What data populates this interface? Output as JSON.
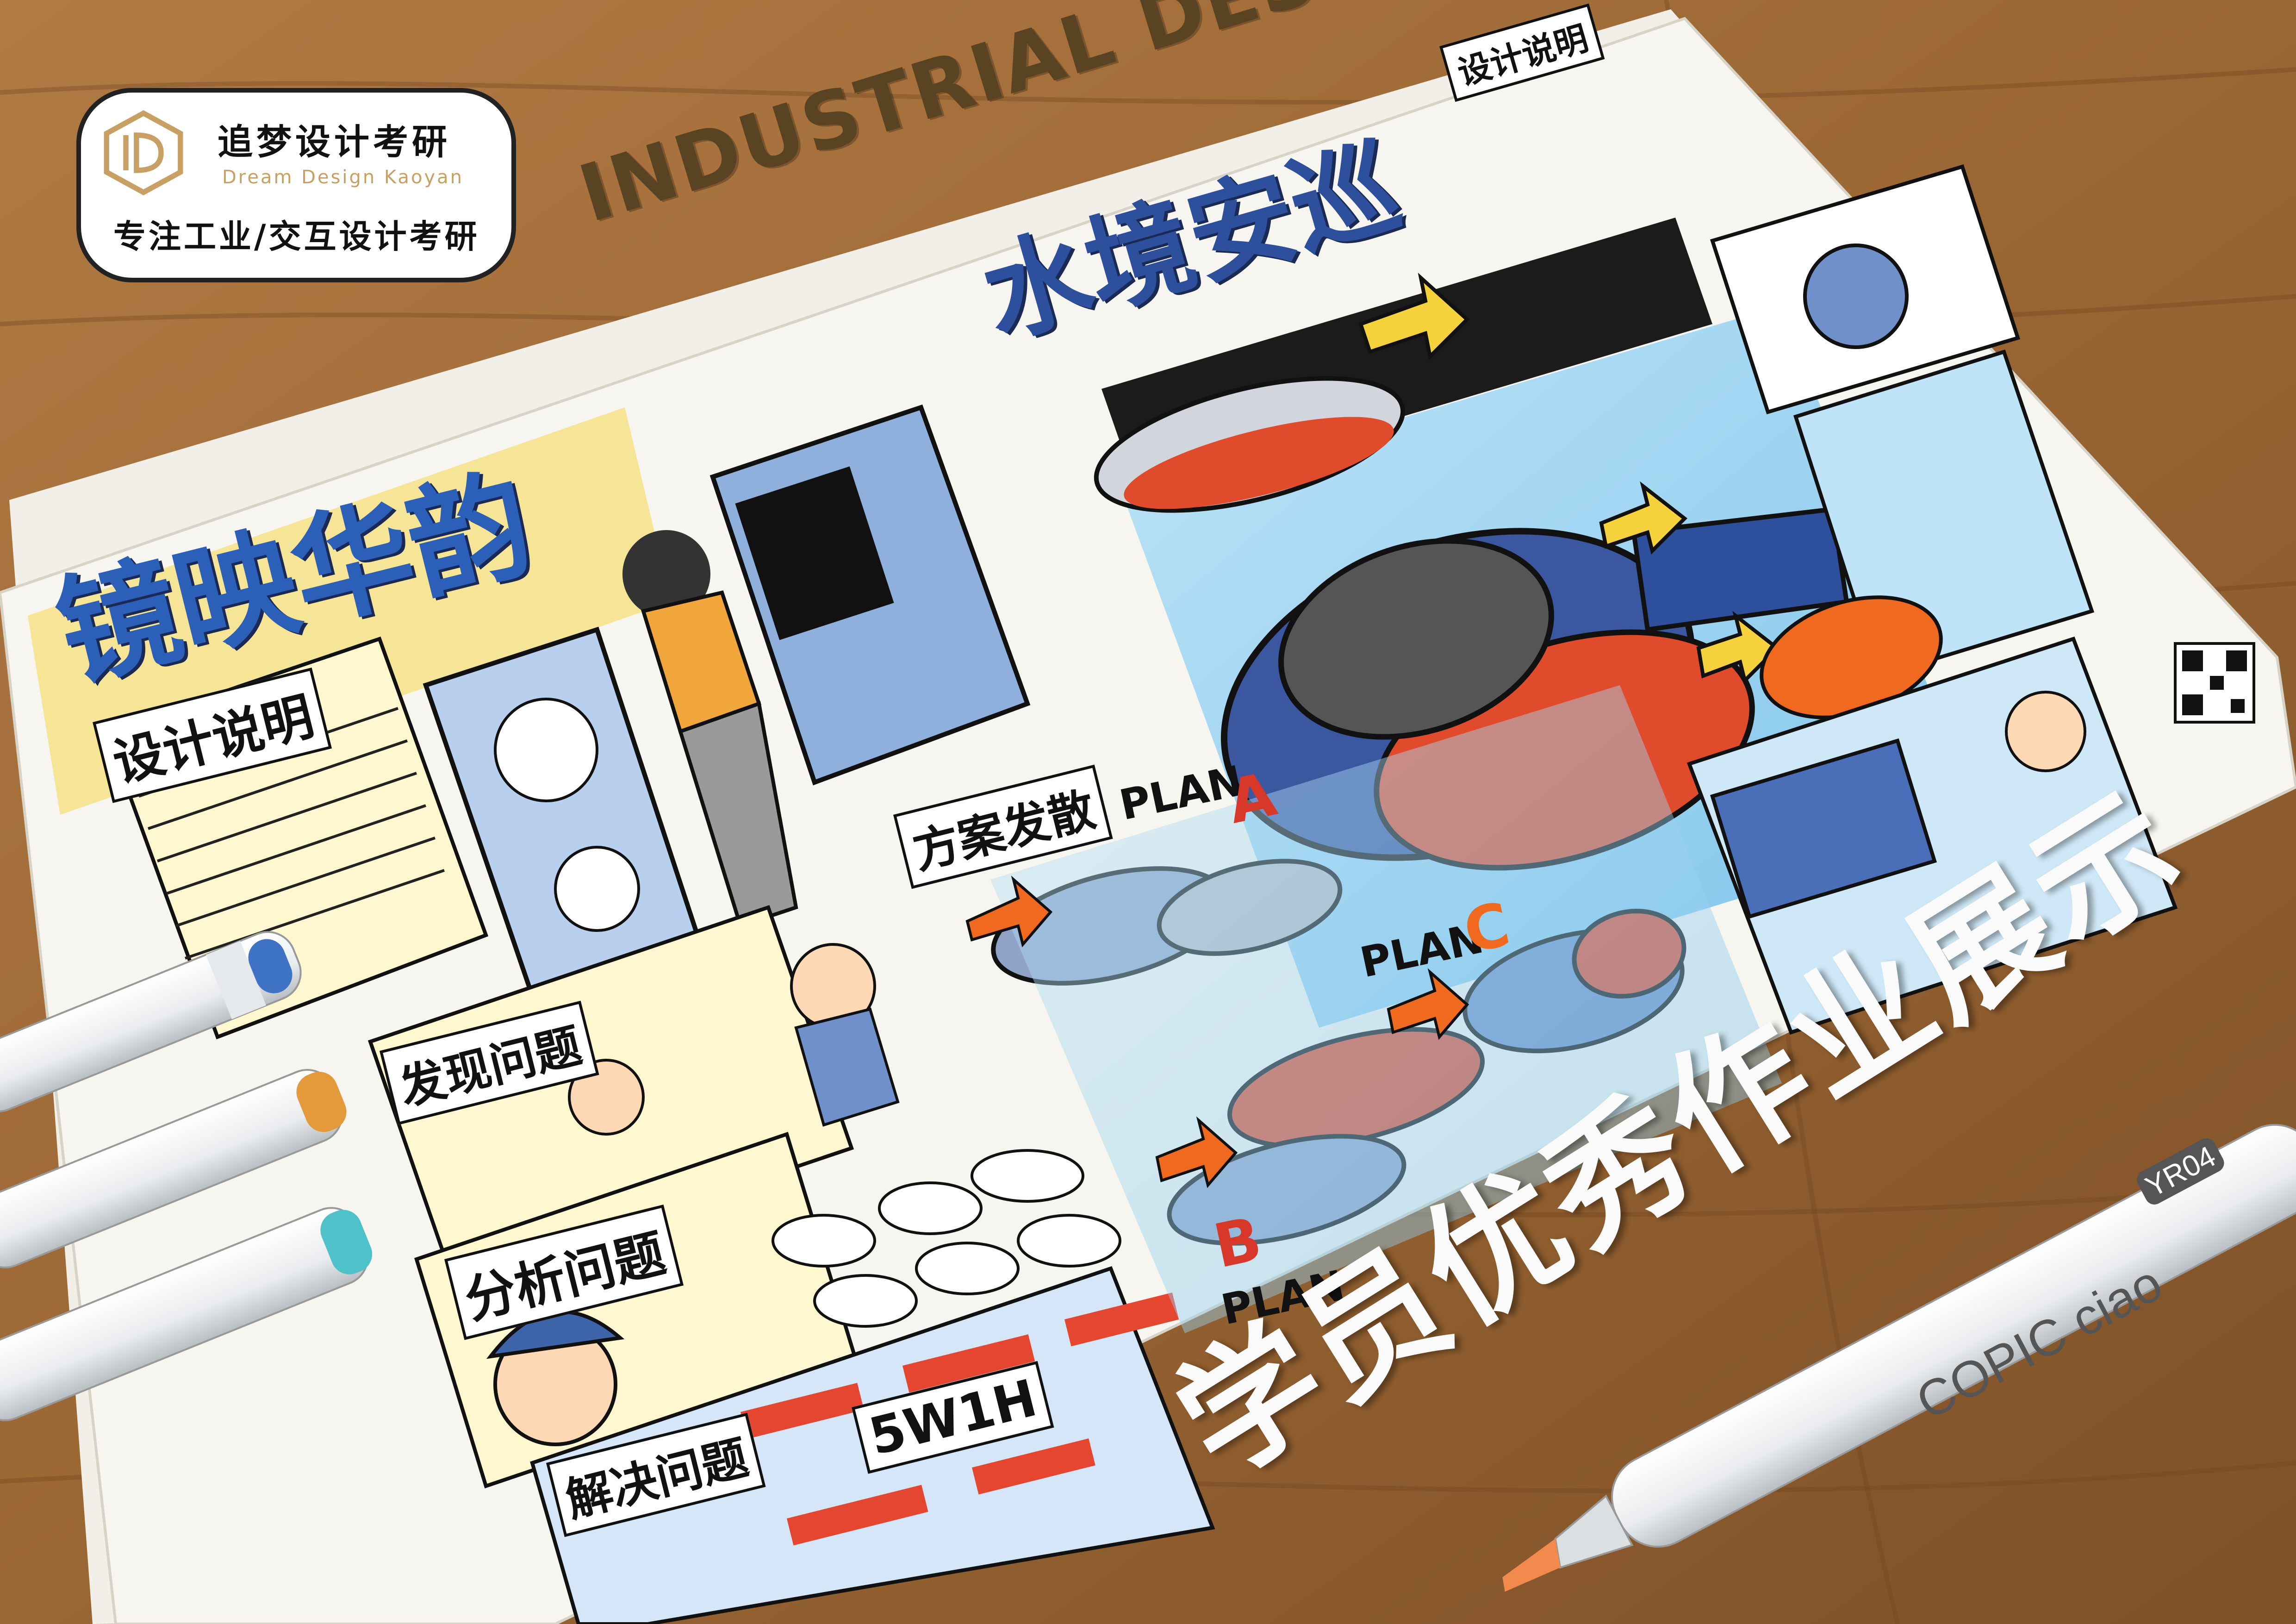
{
  "brand": {
    "name_cn": "追梦设计考研",
    "name_en": "Dream Design Kaoyan",
    "tagline": "专注工业/交互设计考研"
  },
  "headline": "INDUSTRIAL DESIGN",
  "showcase_caption": "学员优秀作业展示",
  "posters": {
    "left_title": "镜映华韵",
    "right_title": "水境安巡",
    "section_tags": {
      "design_note_left": "设计说明",
      "design_note_right": "设计说明",
      "plans": "方案发散",
      "problem": "发现问题",
      "analyze": "分析问题",
      "solve": "解决问题",
      "method": "5W1H"
    },
    "plan_labels": {
      "plan_a": "PLAN",
      "plan_a_letter": "A",
      "plan_c": "PLAN",
      "plan_c_letter": "C",
      "plan_b_letter": "B",
      "plan_b": "PLAN"
    }
  },
  "marker": {
    "brand": "COPIC ciao",
    "color_code": "YR04"
  },
  "colors": {
    "wood": "#9a6a3a",
    "paper": "#f7f5ef",
    "poster_blue": "#2c5fb8",
    "poster_yellow": "#f6df7a",
    "accent_red": "#d8382a",
    "accent_orange": "#ef6a1e"
  }
}
